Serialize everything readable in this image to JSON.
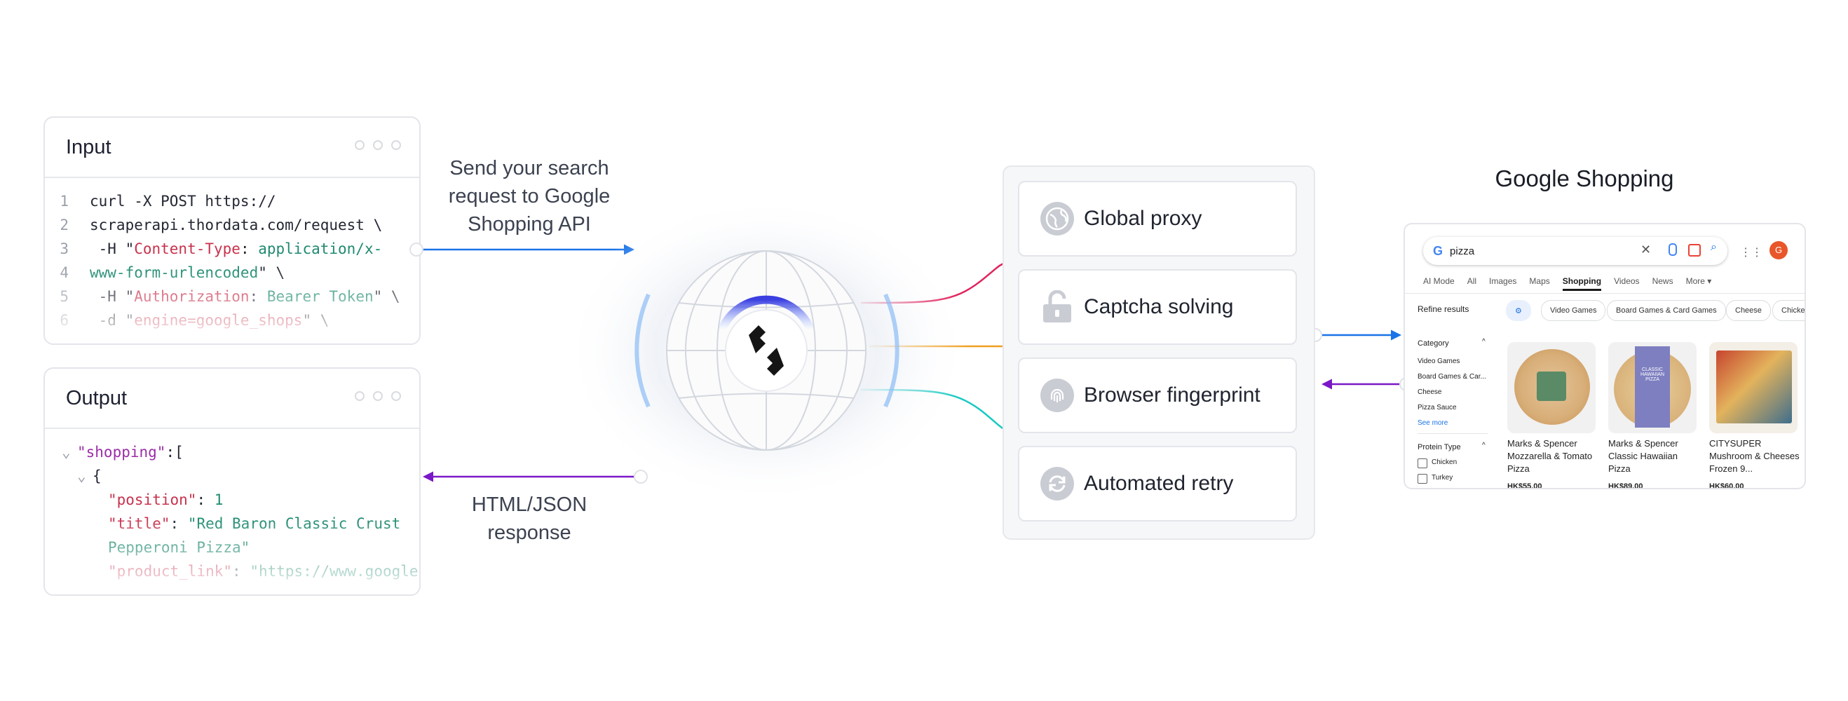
{
  "input_panel": {
    "title": "Input",
    "lines": [
      {
        "num": "1",
        "parts": [
          {
            "t": "curl -X POST https://",
            "c": "c-plain"
          }
        ]
      },
      {
        "num": "2",
        "parts": [
          {
            "t": "scraperapi.thordata.com/request \\",
            "c": "c-plain"
          }
        ]
      },
      {
        "num": "3",
        "parts": [
          {
            "t": " -H \"",
            "c": "c-plain"
          },
          {
            "t": "Content-Type",
            "c": "c-red"
          },
          {
            "t": ": ",
            "c": "c-plain"
          },
          {
            "t": "application/x-",
            "c": "c-green"
          }
        ]
      },
      {
        "num": "4",
        "parts": [
          {
            "t": "www-form-urlencoded",
            "c": "c-green"
          },
          {
            "t": "\" \\",
            "c": "c-plain"
          }
        ]
      },
      {
        "num": "5",
        "parts": [
          {
            "t": " -H \"",
            "c": "c-plain"
          },
          {
            "t": "Authorization",
            "c": "c-red"
          },
          {
            "t": ": ",
            "c": "c-plain"
          },
          {
            "t": "Bearer Token",
            "c": "c-green"
          },
          {
            "t": "\" \\",
            "c": "c-plain"
          }
        ]
      },
      {
        "num": "6",
        "parts": [
          {
            "t": " -d \"",
            "c": "c-plain"
          },
          {
            "t": "engine=google_shops",
            "c": "c-red"
          },
          {
            "t": "\" \\",
            "c": "c-plain"
          }
        ]
      }
    ]
  },
  "output_panel": {
    "title": "Output",
    "lines": [
      {
        "indent": 0,
        "arrow": "⌄",
        "parts": [
          {
            "t": "\"shopping\"",
            "c": "c-purple"
          },
          {
            "t": ":[",
            "c": "c-plain"
          }
        ]
      },
      {
        "indent": 1,
        "arrow": "⌄",
        "parts": [
          {
            "t": "{",
            "c": "c-plain"
          }
        ]
      },
      {
        "indent": 2,
        "arrow": "",
        "parts": [
          {
            "t": "\"position\"",
            "c": "c-red"
          },
          {
            "t": ": ",
            "c": "c-plain"
          },
          {
            "t": "1",
            "c": "c-green"
          }
        ]
      },
      {
        "indent": 2,
        "arrow": "",
        "parts": [
          {
            "t": "\"title\"",
            "c": "c-red"
          },
          {
            "t": ": ",
            "c": "c-plain"
          },
          {
            "t": "\"Red Baron Classic Crust",
            "c": "c-green"
          }
        ]
      },
      {
        "indent": 2,
        "arrow": "",
        "parts": [
          {
            "t": "Pepperoni Pizza\"",
            "c": "c-green"
          }
        ]
      },
      {
        "indent": 2,
        "arrow": "",
        "parts": [
          {
            "t": "\"product_link\"",
            "c": "c-red"
          },
          {
            "t": ": ",
            "c": "c-plain"
          },
          {
            "t": "\"https://www.google",
            "c": "c-green"
          }
        ]
      }
    ]
  },
  "labels": {
    "request": [
      "Send your search",
      "request to Google",
      "Shopping  API"
    ],
    "response": [
      "HTML/JSON",
      "response"
    ]
  },
  "features": [
    {
      "label": "Global proxy",
      "icon": "globe-icon"
    },
    {
      "label": "Captcha solving",
      "icon": "unlock-icon"
    },
    {
      "label": "Browser fingerprint",
      "icon": "fingerprint-icon"
    },
    {
      "label": "Automated retry",
      "icon": "retry-icon"
    }
  ],
  "google_shopping": {
    "title": "Google Shopping",
    "search_value": "pizza",
    "avatar_letter": "G",
    "tabs": [
      "AI Mode",
      "All",
      "Images",
      "Maps",
      "Shopping",
      "Videos",
      "News",
      "More ▾"
    ],
    "active_tab": "Shopping",
    "refine": "Refine results",
    "chips": [
      "Video Games",
      "Board Games & Card Games",
      "Cheese",
      "Chicke"
    ],
    "category_title": "Category",
    "categories": [
      "Video Games",
      "Board Games & Car...",
      "Cheese",
      "Pizza Sauce"
    ],
    "see_more": "See more",
    "protein_title": "Protein Type",
    "proteins": [
      "Chicken",
      "Turkey"
    ],
    "products": [
      {
        "name": "Marks & Spencer Mozzarella & Tomato Pizza",
        "price": "HK$55.00"
      },
      {
        "name": "Marks & Spencer Classic Hawaiian Pizza",
        "price": "HK$89.00"
      },
      {
        "name": "CITYSUPER Mushroom & Cheeses Frozen 9...",
        "price": "HK$60.00"
      }
    ],
    "product2_box_text": "CLASSIC HAWAIIAN PIZZA"
  },
  "colors": {
    "request_arrow": "#1a73e8",
    "response_arrow": "#7a18c8",
    "line_red": "#e0245e",
    "line_orange": "#f0a020",
    "line_cyan": "#19c9c3",
    "google_blue": "#4285f4",
    "avatar": "#e8562a"
  }
}
